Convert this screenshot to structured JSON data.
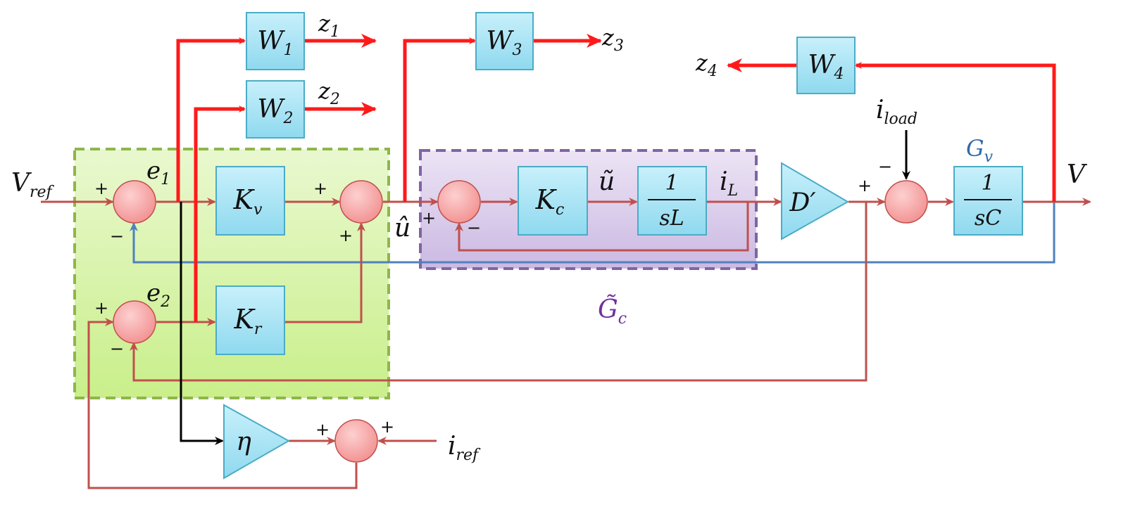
{
  "colors": {
    "red": "#ff1a1a",
    "signal": "#c0504d",
    "blue": "#4f81bd",
    "black": "#000000",
    "block_fill": "#aee6f5",
    "block_stroke": "#4bacc6",
    "sum_fill": "#f9a8a8",
    "green_region": "#d8f3a8",
    "green_dash": "#8fb64a",
    "purple_region": "#d9cbe8",
    "purple_dash": "#8064a2",
    "gc_text": "#7030a0",
    "gv_text": "#2f6aa8"
  },
  "blocks": {
    "w1": {
      "base": "W",
      "sub": "1"
    },
    "w2": {
      "base": "W",
      "sub": "2"
    },
    "w3": {
      "base": "W",
      "sub": "3"
    },
    "w4": {
      "base": "W",
      "sub": "4"
    },
    "kv": {
      "base": "K",
      "sub": "v"
    },
    "kr": {
      "base": "K",
      "sub": "r"
    },
    "kc": {
      "base": "K",
      "sub": "c"
    },
    "int_l": {
      "num": "1",
      "den": "sL"
    },
    "int_c": {
      "num": "1",
      "den": "sC"
    },
    "dprime": "D′",
    "eta": "η"
  },
  "signals": {
    "z1": {
      "base": "z",
      "sub": "1"
    },
    "z2": {
      "base": "z",
      "sub": "2"
    },
    "z3": {
      "base": "z",
      "sub": "3"
    },
    "z4": {
      "base": "z",
      "sub": "4"
    },
    "vref": {
      "base": "V",
      "sub": "ref"
    },
    "e1": {
      "base": "e",
      "sub": "1"
    },
    "e2": {
      "base": "e",
      "sub": "2"
    },
    "u_hat": "û",
    "u_tilde": "ũ",
    "il": {
      "base": "i",
      "sub": "L"
    },
    "iload": {
      "base": "i",
      "sub": "load"
    },
    "iref": {
      "base": "i",
      "sub": "ref"
    },
    "v_out": "V",
    "gv": {
      "base": "G",
      "sub": "v"
    },
    "gc": {
      "base": "G̃",
      "sub": "c"
    }
  },
  "signs": {
    "plus": "+",
    "minus": "−"
  }
}
